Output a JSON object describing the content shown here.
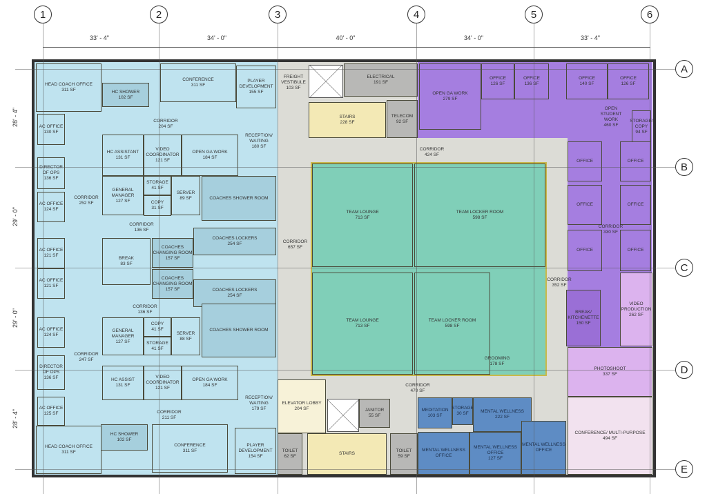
{
  "grid": {
    "columns": [
      "1",
      "2",
      "3",
      "4",
      "5",
      "6"
    ],
    "rows": [
      "A",
      "B",
      "C",
      "D",
      "E"
    ],
    "column_spacing": [
      "33' - 4\"",
      "34' - 0\"",
      "40' - 0\"",
      "34' - 0\"",
      "33' - 4\""
    ],
    "row_spacing": [
      "28' - 4\"",
      "29' - 0\"",
      "29' - 0\"",
      "28' - 4\""
    ]
  },
  "colors": {
    "coaches": "#bfe3ef",
    "team": "#80cfb8",
    "student": "#a57ee0",
    "media": "#dcb3ee",
    "wellness": "#5e8cc4",
    "core": "#dcdcd6",
    "conference": "#f2e2ef",
    "stairs": "#f3e9b5"
  },
  "rooms": [
    {
      "id": "head-coach-office-n",
      "name": "Head Coach Office",
      "area": "311 SF"
    },
    {
      "id": "hc-shower-n",
      "name": "HC Shower",
      "area": "102 SF"
    },
    {
      "id": "conference-n",
      "name": "Conference",
      "area": "311 SF"
    },
    {
      "id": "player-development-n",
      "name": "Player Development",
      "area": "155 SF"
    },
    {
      "id": "corridor-204",
      "name": "Corridor",
      "area": "204 SF"
    },
    {
      "id": "ac-office-130",
      "name": "AC Office",
      "area": "130 SF"
    },
    {
      "id": "director-ops-n",
      "name": "Director of Ops",
      "area": "136 SF"
    },
    {
      "id": "ac-office-124-n",
      "name": "AC Office",
      "area": "124 SF"
    },
    {
      "id": "corridor-252",
      "name": "Corridor",
      "area": "252 SF"
    },
    {
      "id": "hc-assistant-n",
      "name": "HC Assistant",
      "area": "131 SF"
    },
    {
      "id": "video-coordinator-n",
      "name": "Video Coordinator",
      "area": "121 SF"
    },
    {
      "id": "open-ga-work-n",
      "name": "Open GA Work",
      "area": "184 SF"
    },
    {
      "id": "reception-n",
      "name": "Reception/ Waiting",
      "area": "180 SF"
    },
    {
      "id": "general-manager-n",
      "name": "General Manager",
      "area": "127 SF"
    },
    {
      "id": "storage-n",
      "name": "Storage",
      "area": "41 SF"
    },
    {
      "id": "copy-n",
      "name": "Copy",
      "area": "31 SF"
    },
    {
      "id": "server-n",
      "name": "Server",
      "area": "89 SF"
    },
    {
      "id": "coaches-shower-n",
      "name": "Coaches Shower Room",
      "area": ""
    },
    {
      "id": "corridor-136-n",
      "name": "Corridor",
      "area": "136 SF"
    },
    {
      "id": "ac-office-121-a",
      "name": "AC Office",
      "area": "121 SF"
    },
    {
      "id": "ac-office-121-b",
      "name": "AC Office",
      "area": "121 SF"
    },
    {
      "id": "break",
      "name": "Break",
      "area": "83 SF"
    },
    {
      "id": "coaches-changing-n",
      "name": "Coaches Changing Room",
      "area": "157 SF"
    },
    {
      "id": "coaches-changing-s",
      "name": "Coaches Changing Room",
      "area": "157 SF"
    },
    {
      "id": "coaches-lockers-n",
      "name": "Coaches Lockers",
      "area": "254 SF"
    },
    {
      "id": "coaches-lockers-s",
      "name": "Coaches Lockers",
      "area": "254 SF"
    },
    {
      "id": "corridor-136-s",
      "name": "Corridor",
      "area": "136 SF"
    },
    {
      "id": "ac-office-124-s",
      "name": "AC Office",
      "area": "124 SF"
    },
    {
      "id": "general-manager-s",
      "name": "General Manager",
      "area": "127 SF"
    },
    {
      "id": "copy-s",
      "name": "Copy",
      "area": "41 SF"
    },
    {
      "id": "storage-s",
      "name": "Storage",
      "area": "41 SF"
    },
    {
      "id": "server-s",
      "name": "Server",
      "area": "88 SF"
    },
    {
      "id": "coaches-shower-s",
      "name": "Coaches Shower Room",
      "area": ""
    },
    {
      "id": "corridor-247",
      "name": "Corridor",
      "area": "247 SF"
    },
    {
      "id": "director-ops-s",
      "name": "Director of Ops",
      "area": "136 SF"
    },
    {
      "id": "hc-assist-s",
      "name": "HC Assist",
      "area": "131 SF"
    },
    {
      "id": "video-coordinator-s",
      "name": "Video Coordinator",
      "area": "121 SF"
    },
    {
      "id": "open-ga-work-s",
      "name": "Open GA Work",
      "area": "184 SF"
    },
    {
      "id": "reception-s",
      "name": "Reception/ Waiting",
      "area": "179 SF"
    },
    {
      "id": "corridor-211",
      "name": "Corridor",
      "area": "211 SF"
    },
    {
      "id": "ac-office-125",
      "name": "AC Office",
      "area": "125 SF"
    },
    {
      "id": "head-coach-office-s",
      "name": "Head Coach Office",
      "area": "311 SF"
    },
    {
      "id": "hc-shower-s",
      "name": "HC Shower",
      "area": "102 SF"
    },
    {
      "id": "conference-s",
      "name": "Conference",
      "area": "311 SF"
    },
    {
      "id": "player-development-s",
      "name": "Player Development",
      "area": "154 SF"
    },
    {
      "id": "freight-vestibule",
      "name": "Freight Vestibule",
      "area": "103 SF"
    },
    {
      "id": "stairs-n",
      "name": "Stairs",
      "area": "228 SF"
    },
    {
      "id": "electrical",
      "name": "Electrical",
      "area": "191 SF"
    },
    {
      "id": "telecom",
      "name": "Telecom",
      "area": "92 SF"
    },
    {
      "id": "corridor-424",
      "name": "Corridor",
      "area": "424 SF"
    },
    {
      "id": "corridor-657",
      "name": "Corridor",
      "area": "657 SF"
    },
    {
      "id": "team-lounge-n",
      "name": "Team Lounge",
      "area": "713 SF"
    },
    {
      "id": "team-locker-n",
      "name": "Team Locker Room",
      "area": "598 SF"
    },
    {
      "id": "team-lounge-s",
      "name": "Team Lounge",
      "area": "713 SF"
    },
    {
      "id": "team-locker-s",
      "name": "Team Locker Room",
      "area": "598 SF"
    },
    {
      "id": "grooming",
      "name": "Grooming",
      "area": "178 SF"
    },
    {
      "id": "corridor-352",
      "name": "Corridor",
      "area": "352 SF"
    },
    {
      "id": "elevator-lobby",
      "name": "Elevator Lobby",
      "area": "204 SF"
    },
    {
      "id": "janitor",
      "name": "Janitor",
      "area": "55 SF"
    },
    {
      "id": "stairs-s",
      "name": "Stairs",
      "area": ""
    },
    {
      "id": "toilet-62",
      "name": "Toilet",
      "area": "62 SF"
    },
    {
      "id": "toilet-59",
      "name": "Toilet",
      "area": "59 SF"
    },
    {
      "id": "corridor-470",
      "name": "Corridor",
      "area": "470 SF"
    },
    {
      "id": "open-ga-work-e",
      "name": "Open GA Work",
      "area": "279 SF"
    },
    {
      "id": "office-126-a",
      "name": "Office",
      "area": "126 SF"
    },
    {
      "id": "office-136",
      "name": "Office",
      "area": "136 SF"
    },
    {
      "id": "office-140",
      "name": "Office",
      "area": "140 SF"
    },
    {
      "id": "office-126-b",
      "name": "Office",
      "area": "126 SF"
    },
    {
      "id": "open-student-work",
      "name": "Open Student Work",
      "area": "460 SF"
    },
    {
      "id": "storage-copy",
      "name": "Storage/ Copy",
      "area": "94 SF"
    },
    {
      "id": "office-e1",
      "name": "Office",
      "area": ""
    },
    {
      "id": "office-e2",
      "name": "Office",
      "area": ""
    },
    {
      "id": "office-e3",
      "name": "Office",
      "area": ""
    },
    {
      "id": "office-e4",
      "name": "Office",
      "area": ""
    },
    {
      "id": "office-e5",
      "name": "Office",
      "area": ""
    },
    {
      "id": "office-e6",
      "name": "Office",
      "area": ""
    },
    {
      "id": "corridor-330",
      "name": "Corridor",
      "area": "330 SF"
    },
    {
      "id": "break-kitchenette",
      "name": "Break/ Kitchenette",
      "area": "150 SF"
    },
    {
      "id": "video-production",
      "name": "Video Production",
      "area": "262 SF"
    },
    {
      "id": "photoshoot",
      "name": "Photoshoot",
      "area": "337 SF"
    },
    {
      "id": "meditation",
      "name": "Meditation",
      "area": "103 SF"
    },
    {
      "id": "storage-30",
      "name": "Storage",
      "area": "30 SF"
    },
    {
      "id": "mental-wellness",
      "name": "Mental Wellness",
      "area": "222 SF"
    },
    {
      "id": "mw-office-1",
      "name": "Mental Wellness Office",
      "area": ""
    },
    {
      "id": "mw-office-2",
      "name": "Mental Wellness Office",
      "area": "127 SF"
    },
    {
      "id": "mw-office-3",
      "name": "Mental Wellness Office",
      "area": ""
    },
    {
      "id": "conference-multipurpose",
      "name": "Conference/ Multi-Purpose",
      "area": "494 SF"
    }
  ]
}
